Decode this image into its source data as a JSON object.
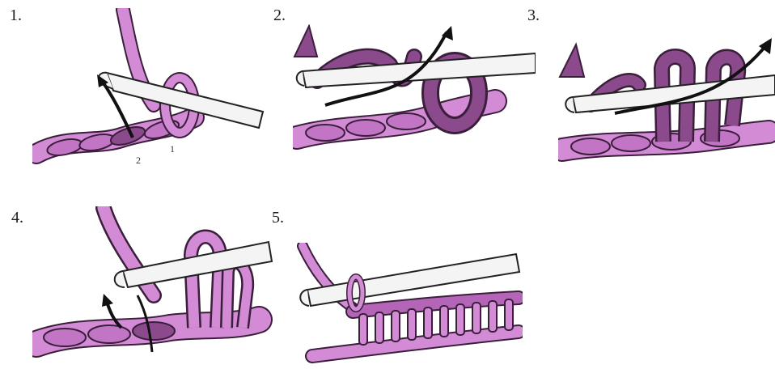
{
  "steps": [
    {
      "label": "1."
    },
    {
      "label": "2."
    },
    {
      "label": "3."
    },
    {
      "label": "4."
    },
    {
      "label": "5."
    }
  ],
  "annotations": {
    "loop_1": "1",
    "loop_2": "2"
  },
  "colors": {
    "yarn_light": "#d48bd6",
    "yarn_mid": "#b565b8",
    "yarn_dark": "#8a4a8c",
    "yarn_outline": "#3a1f3b",
    "hook_fill": "#f4f4f4",
    "hook_outline": "#222222",
    "arrow": "#111111"
  },
  "icons": [
    "crochet-hook-icon",
    "yarn-arrow-icon"
  ]
}
